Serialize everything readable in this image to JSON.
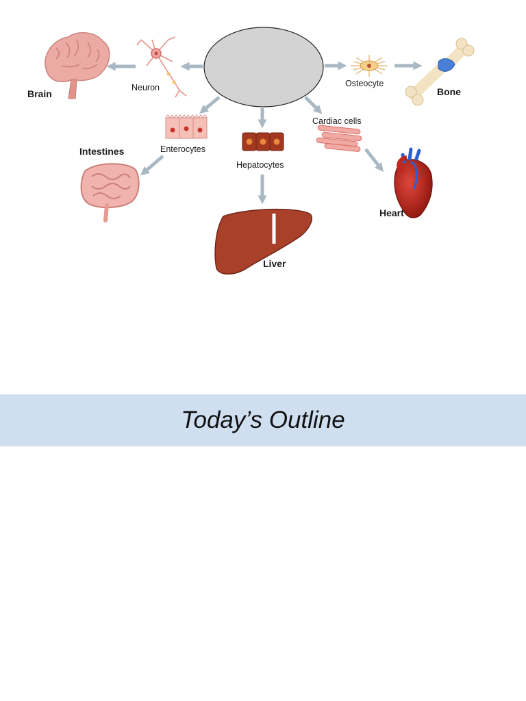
{
  "diagram": {
    "cell_labels": {
      "neuron": "Neuron",
      "osteocyte": "Osteocyte",
      "enterocytes": "Enterocytes",
      "hepatocytes": "Hepatocytes",
      "cardiac": "Cardiac cells"
    },
    "organ_labels": {
      "brain": "Brain",
      "bone": "Bone",
      "intestines": "Intestines",
      "liver": "Liver",
      "heart": "Heart"
    },
    "colors": {
      "center": "#d3d3d3",
      "arrow": "#a9b9c4",
      "brain": "#ecaaa5",
      "liver": "#a8402a",
      "heart": "#c0281e",
      "vessel": "#2c5fd0",
      "bone": "#f4e3c2",
      "joint": "#4a7fd6"
    }
  },
  "banner": {
    "title": "Today’s Outline"
  }
}
